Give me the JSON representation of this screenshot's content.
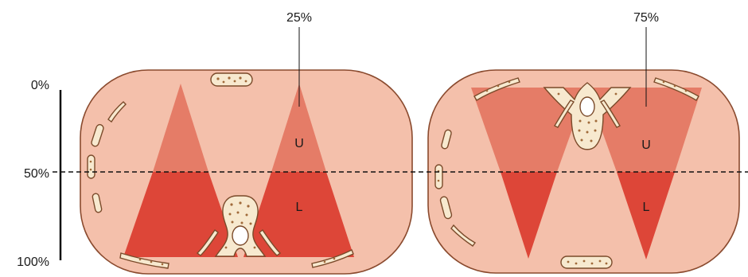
{
  "scale": {
    "tick_0": "0%",
    "tick_50": "50%",
    "tick_100": "100%"
  },
  "panels": [
    {
      "percent_label": "25%",
      "upper_label": "U",
      "lower_label": "L"
    },
    {
      "percent_label": "75%",
      "upper_label": "U",
      "lower_label": "L"
    }
  ],
  "colors": {
    "body_fill": "#f4c0ab",
    "body_outline": "#8a4a2e",
    "upper_region": "#e57c67",
    "lower_region": "#dd4638",
    "bone_fill": "#f7e9cf",
    "bone_outline": "#7a4a2a",
    "bone_dots": "#a06a3a"
  }
}
